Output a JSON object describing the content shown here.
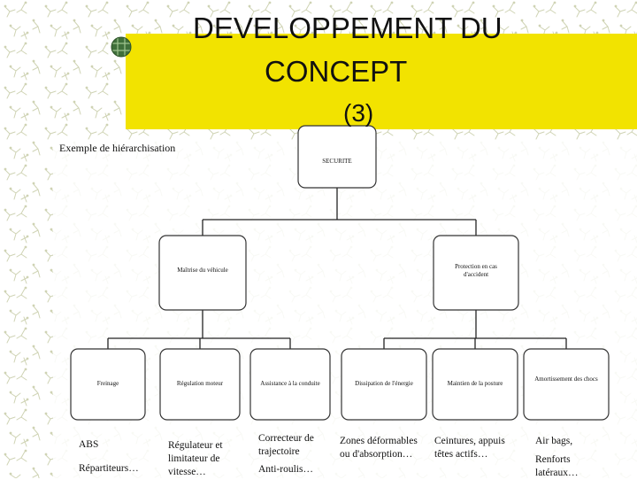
{
  "title": {
    "line1": "DEVELOPPEMENT DU",
    "line2": "CONCEPT",
    "line3": "(3)"
  },
  "caption": "Exemple de hiérarchisation",
  "colors": {
    "banner": "#f2e300",
    "node_fill": "#ffffff",
    "node_stroke": "#333333",
    "connector": "#222222",
    "background_pattern": "#cfd3b4",
    "logo": "#3f6f3a"
  },
  "icons": {
    "logo": "globe-logo-icon"
  },
  "tree": {
    "root": "SECURITE",
    "level1": [
      "Maîtrise du véhicule",
      "Protection en cas d'accident"
    ],
    "level2": [
      "Freinage",
      "Régulation moteur",
      "Assistance à la conduite",
      "Dissipation de l'énergie",
      "Maintien de la posture",
      "Amortissement des chocs"
    ]
  },
  "leaves": [
    {
      "a": "ABS",
      "b": "Répartiteurs…"
    },
    {
      "a": "Régulateur et limitateur de vitesse…",
      "b": ""
    },
    {
      "a": "Correcteur de trajectoire",
      "b": "Anti-roulis…"
    },
    {
      "a": "Zones déformables ou d'absorption…",
      "b": ""
    },
    {
      "a": "Ceintures, appuis têtes actifs…",
      "b": ""
    },
    {
      "a": "Air bags,",
      "b": "Renforts latéraux…"
    }
  ]
}
